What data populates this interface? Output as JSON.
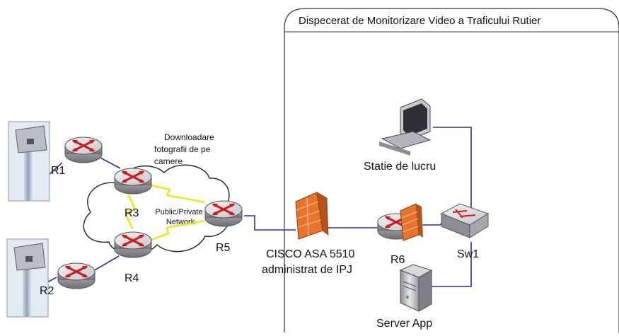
{
  "zone": {
    "title": "Dispecerat de Monitorizare Video a Traficului Rutier"
  },
  "cloud": {
    "label_line1": "Public/Private",
    "label_line2": "Network"
  },
  "annotation": {
    "line1": "Downloadare",
    "line2": "fotografii de pe",
    "line3": "camere"
  },
  "routers": {
    "r1": "R1",
    "r2": "R2",
    "r3": "R3",
    "r4": "R4",
    "r5": "R5",
    "r6": "R6"
  },
  "firewall": {
    "line1": "CISCO ASA 5510",
    "line2": "administrat de IPJ"
  },
  "switch": {
    "label": "Sw1"
  },
  "workstation": {
    "label": "Statie de lucru"
  },
  "server": {
    "label": "Server App"
  },
  "colors": {
    "link": "#2a2ab8",
    "wireless": "#f2e600",
    "router_top": "#d9d9dc",
    "router_body": "#9a9aa0",
    "router_arrow": "#d01818",
    "firewall": "#e8732a",
    "zone_border": "#333333"
  }
}
